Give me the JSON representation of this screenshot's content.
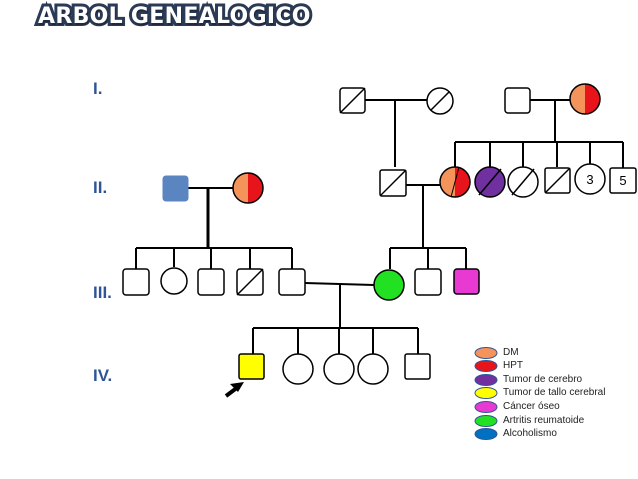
{
  "title": "ARBOL GENEALOGICO",
  "generations": [
    "I.",
    "II.",
    "III.",
    "IV."
  ],
  "sibling_counts": {
    "females": "3",
    "males": "5"
  },
  "legend": [
    {
      "label": "DM",
      "color": "#f4935a"
    },
    {
      "label": "HPT",
      "color": "#e8141c"
    },
    {
      "label": "Tumor de cerebro",
      "color": "#7030a0"
    },
    {
      "label": "Tumor  de tallo cerebral",
      "color": "#ffff00"
    },
    {
      "label": "Cáncer óseo",
      "color": "#e83ad2"
    },
    {
      "label": "Artritis reumatoide",
      "color": "#22e022"
    },
    {
      "label": "Alcoholismo",
      "color": "#0070c0"
    }
  ],
  "colors": {
    "generation_labels": "#2f5597",
    "alcoholism_square": "#5b85c1",
    "dm": "#f4935a",
    "hpt": "#e8141c",
    "brain_tumor": "#7030a0",
    "brainstem_tumor": "#ffff00",
    "bone_cancer": "#e83ad2",
    "rheumatoid_arthritis": "#22e022"
  }
}
